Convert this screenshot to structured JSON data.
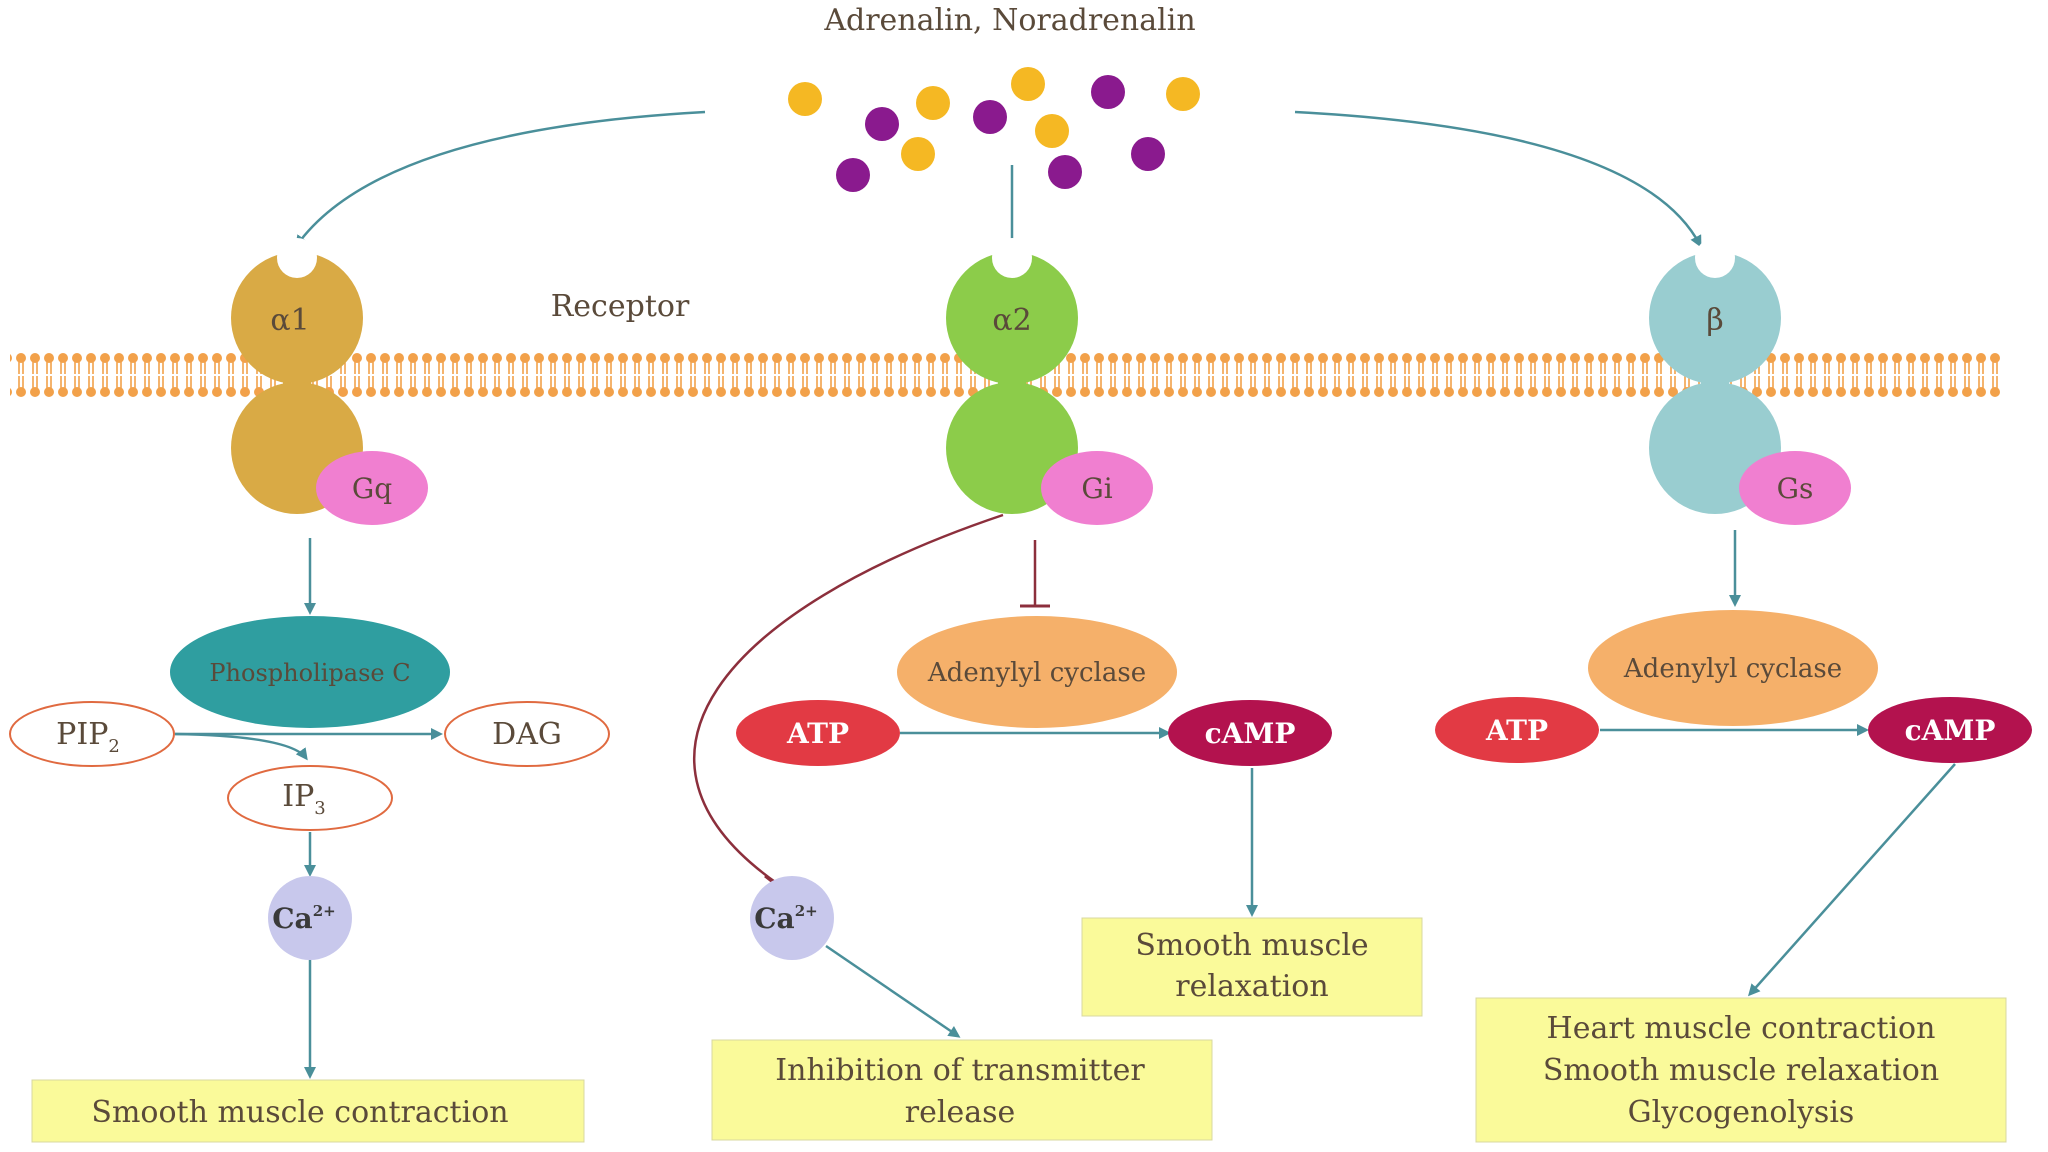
{
  "ligand": {
    "title": "Adrenalin, Noradrenalin",
    "colors": {
      "yellow": "#f5b823",
      "purple": "#8a1a8e"
    }
  },
  "membrane_label": "Receptor",
  "receptors": {
    "alpha1": {
      "label": "α1",
      "gprotein": "Gq",
      "color": "#d9aa45"
    },
    "alpha2": {
      "label": "α2",
      "gprotein": "Gi",
      "color": "#8ccc4a"
    },
    "beta": {
      "label": "β",
      "gprotein": "Gs",
      "color": "#99cdd0"
    }
  },
  "alpha1_path": {
    "enzyme": "Phospholipase C",
    "pip2": "PIP",
    "pip2_sub": "2",
    "dag": "DAG",
    "ip3": "IP",
    "ip3_sub": "3",
    "ca": "Ca",
    "ca_sup": "2+",
    "effect": "Smooth muscle contraction"
  },
  "alpha2_path": {
    "enzyme": "Adenylyl cyclase",
    "atp": "ATP",
    "camp": "cAMP",
    "ca": "Ca",
    "ca_sup": "2+",
    "effect_camp_line1": "Smooth muscle",
    "effect_camp_line2": "relaxation",
    "effect_ca_line1": "Inhibition of transmitter",
    "effect_ca_line2": "release"
  },
  "beta_path": {
    "enzyme": "Adenylyl cyclase",
    "atp": "ATP",
    "camp": "cAMP",
    "effect_line1": "Heart muscle contraction",
    "effect_line2": "Smooth muscle relaxation",
    "effect_line3": "Glycogenolysis"
  },
  "colors": {
    "gprotein": "#f07fd0",
    "plc": "#2f9ea0",
    "adenylyl": "#f5b06a",
    "atp": "#e23a44",
    "camp": "#b3124e",
    "ca": "#c8c8ec",
    "effect_box": "#fafa9a",
    "arrow": "#4a8f9a",
    "inhibit": "#8c2f3c",
    "membrane": "#f2a14a"
  }
}
